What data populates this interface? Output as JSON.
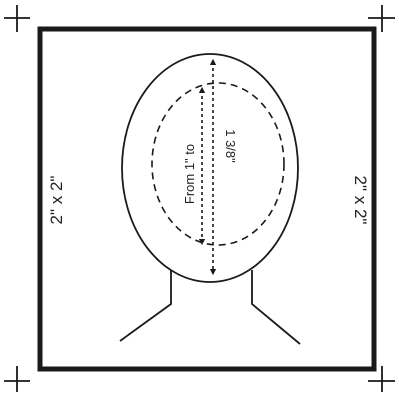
{
  "labels": {
    "left_size": "2\" x 2\"",
    "right_size": "2\" x 2\"",
    "range_from": "From 1\" to",
    "range_to": "1 3/8\""
  },
  "colors": {
    "stroke": "#1a1a1a",
    "text": "#222222",
    "background": "#ffffff"
  }
}
